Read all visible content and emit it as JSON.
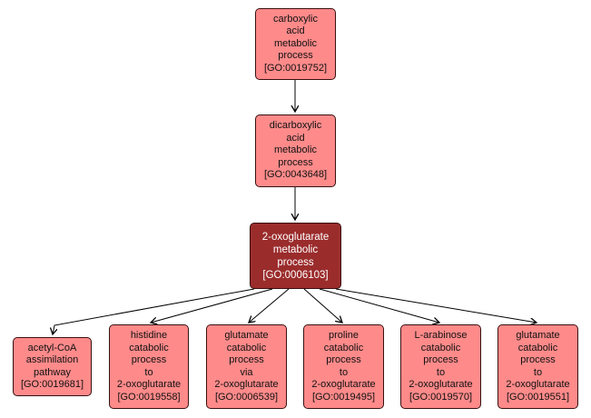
{
  "colors": {
    "node_fill": "#ff8a8a",
    "focus_fill": "#9b2c2c",
    "edge": "#000000"
  },
  "nodes": [
    {
      "id": "GO:0019752",
      "lines": [
        "carboxylic",
        "acid",
        "metabolic",
        "process",
        "[GO:0019752]"
      ],
      "focus": false
    },
    {
      "id": "GO:0043648",
      "lines": [
        "dicarboxylic",
        "acid",
        "metabolic",
        "process",
        "[GO:0043648]"
      ],
      "focus": false
    },
    {
      "id": "GO:0006103",
      "lines": [
        "2-oxoglutarate",
        "metabolic",
        "process",
        "[GO:0006103]"
      ],
      "focus": true
    },
    {
      "id": "GO:0019681",
      "lines": [
        "acetyl-CoA",
        "assimilation",
        "pathway",
        "[GO:0019681]"
      ],
      "focus": false
    },
    {
      "id": "GO:0019558",
      "lines": [
        "histidine",
        "catabolic",
        "process",
        "to",
        "2-oxoglutarate",
        "[GO:0019558]"
      ],
      "focus": false
    },
    {
      "id": "GO:0006539",
      "lines": [
        "glutamate",
        "catabolic",
        "process",
        "via",
        "2-oxoglutarate",
        "[GO:0006539]"
      ],
      "focus": false
    },
    {
      "id": "GO:0019495",
      "lines": [
        "proline",
        "catabolic",
        "process",
        "to",
        "2-oxoglutarate",
        "[GO:0019495]"
      ],
      "focus": false
    },
    {
      "id": "GO:0019570",
      "lines": [
        "L-arabinose",
        "catabolic",
        "process",
        "to",
        "2-oxoglutarate",
        "[GO:0019570]"
      ],
      "focus": false
    },
    {
      "id": "GO:0019551",
      "lines": [
        "glutamate",
        "catabolic",
        "process",
        "to",
        "2-oxoglutarate",
        "[GO:0019551]"
      ],
      "focus": false
    }
  ],
  "edges": [
    {
      "from": "GO:0019752",
      "to": "GO:0043648"
    },
    {
      "from": "GO:0043648",
      "to": "GO:0006103"
    },
    {
      "from": "GO:0006103",
      "to": "GO:0019681"
    },
    {
      "from": "GO:0006103",
      "to": "GO:0019558"
    },
    {
      "from": "GO:0006103",
      "to": "GO:0006539"
    },
    {
      "from": "GO:0006103",
      "to": "GO:0019495"
    },
    {
      "from": "GO:0006103",
      "to": "GO:0019570"
    },
    {
      "from": "GO:0006103",
      "to": "GO:0019551"
    }
  ]
}
